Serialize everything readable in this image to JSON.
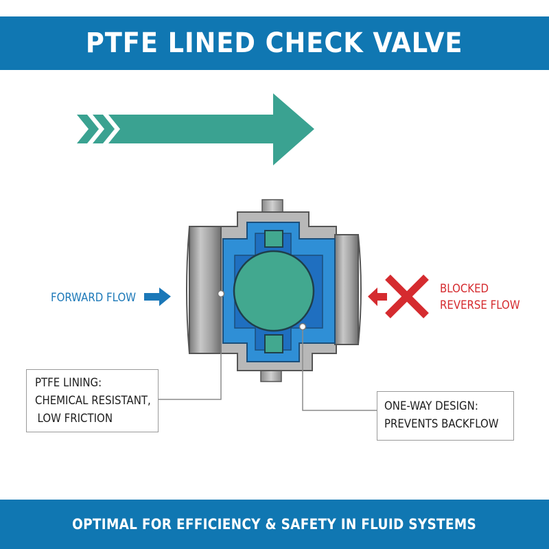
{
  "title": "PTFE LINED CHECK VALVE",
  "footer": "OPTIMAL FOR EFFICIENCY & SAFETY IN FLUID SYSTEMS",
  "forward_flow": {
    "label": "FORWARD FLOW",
    "color": "#1b78b8"
  },
  "blocked_flow": {
    "line1": "BLOCKED",
    "line2": "REVERSE FLOW",
    "color": "#d52b2f"
  },
  "callouts": {
    "ptfe_lining": {
      "line1": "PTFE LINING:",
      "line2": "CHEMICAL RESISTANT,",
      "line3": "LOW FRICTION"
    },
    "one_way": {
      "line1": "ONE-WAY DESIGN:",
      "line2": "PREVENTS BACKFLOW"
    }
  },
  "colors": {
    "banner": "#1077b2",
    "main_arrow": "#3aa291",
    "valve_body": "#a9a9a9",
    "ptfe_lining": "#2f8fd6",
    "disc": "#42a88f"
  }
}
